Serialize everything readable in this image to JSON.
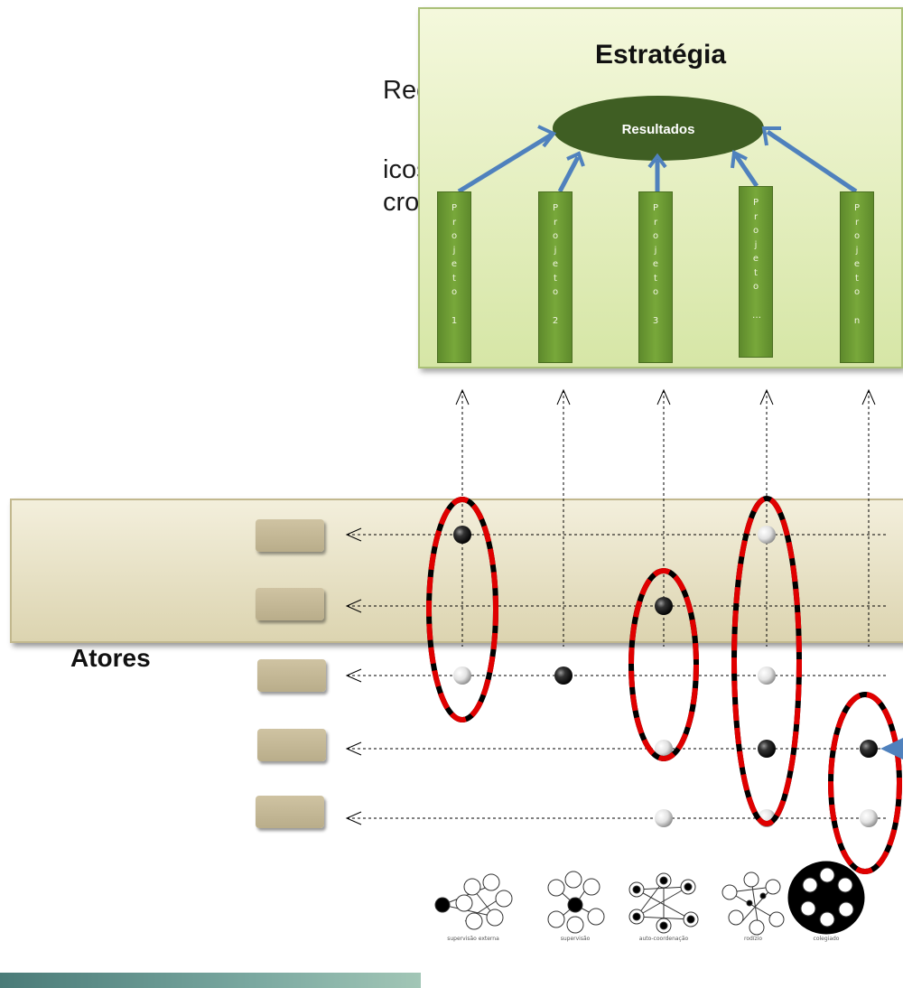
{
  "left_text": [
    "Rede:",
    "icos de",
    "cro)"
  ],
  "strategy": {
    "title": "Estratégia",
    "results_label": "Resultados",
    "projects": [
      {
        "chars": "Projeto1"
      },
      {
        "chars": "Projeto2"
      },
      {
        "chars": "Projeto3"
      },
      {
        "chars": "Projeto…"
      },
      {
        "chars": "Projeton"
      }
    ]
  },
  "actors": {
    "label": "Atores"
  },
  "coordination_types": [
    "supervisão externa",
    "supervisão",
    "auto-coordenação",
    "rodízio",
    "colegiado"
  ],
  "colors": {
    "strategy_fill": "#e4eec0",
    "results_ellipse": "#3f5e23",
    "project_bar": "#6b9a33",
    "actors_fill": "#eae4c9",
    "arrow_blue": "#4f81bd",
    "red_dash": "#e00000"
  }
}
